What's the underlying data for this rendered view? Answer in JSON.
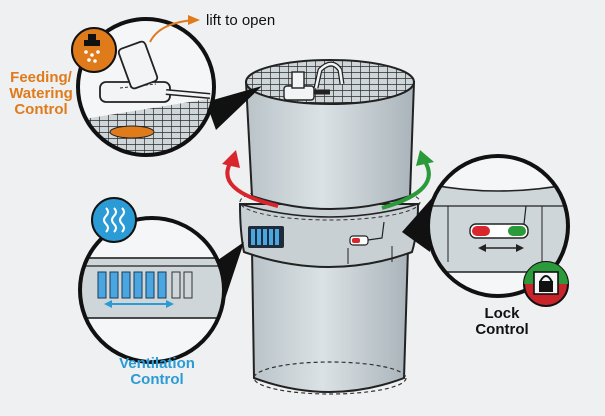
{
  "callouts": {
    "lift_to_open": "lift to open",
    "feeding_line1": "Feeding/",
    "feeding_line2": "Watering",
    "feeding_line3": "Control",
    "ventilation_line1": "Ventilation",
    "ventilation_line2": "Control",
    "lock_line1": "Lock",
    "lock_line2": "Control"
  },
  "colors": {
    "feeding": "#e07b1c",
    "ventilation": "#2b9bd6",
    "rotate_left": "#d8262c",
    "rotate_right": "#2a9a3a",
    "lock_badge_top": "#2a9a3a",
    "lock_badge_bottom": "#c8242a"
  },
  "icons": [
    "water-drop-icon",
    "air-waves-icon",
    "padlock-icon"
  ]
}
